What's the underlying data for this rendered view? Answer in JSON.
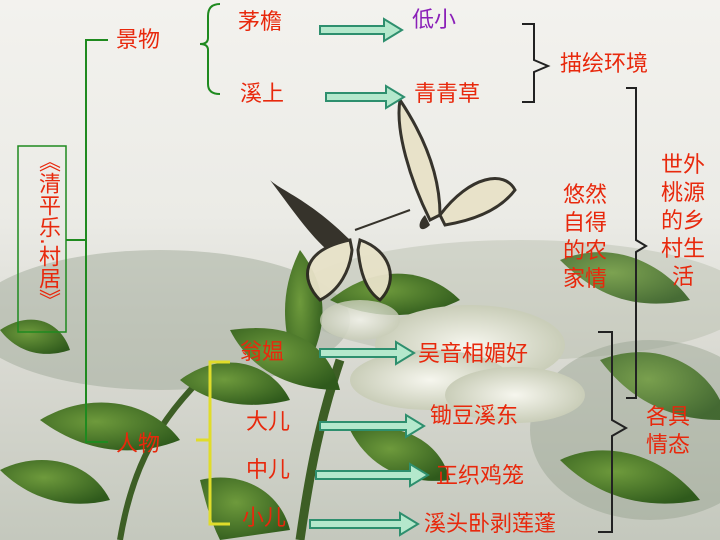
{
  "title": "《清平乐.村居》",
  "branches": {
    "scenery": "景物",
    "people": "人物"
  },
  "scenery_items": [
    {
      "subject": "茅檐",
      "result": "低小"
    },
    {
      "subject": "溪上",
      "result": "青青草"
    }
  ],
  "people_items": [
    {
      "subject": "翁媪",
      "result": "吴音相媚好"
    },
    {
      "subject": "大儿",
      "result": "锄豆溪东"
    },
    {
      "subject": "中儿",
      "result": "正织鸡笼"
    },
    {
      "subject": "小儿",
      "result": "溪头卧剥莲蓬"
    }
  ],
  "summaries": {
    "environment": "描绘环境",
    "farmer_mood": "悠然自得的农家情",
    "states": "各具情态",
    "utopia": "世外桃源的乡村生活"
  },
  "colors": {
    "red_text": "#e8280c",
    "purple_text": "#8a1fb8",
    "green_text": "#2f8f1f",
    "arrow_fill": "#b4e8cc",
    "arrow_stroke": "#2e8f6e",
    "scenery_bracket": "#1f8a1f",
    "people_bracket": "#e0dc2a"
  }
}
